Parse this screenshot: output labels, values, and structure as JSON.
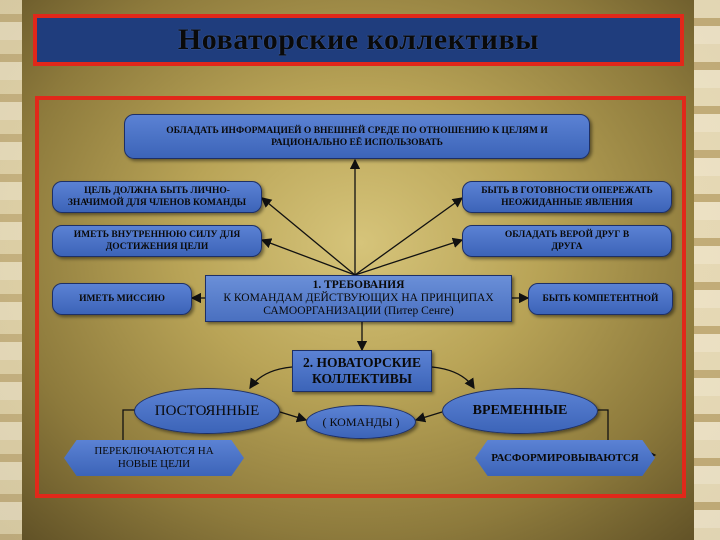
{
  "title": "Новаторские коллективы",
  "boxes": {
    "top": "ОБЛАДАТЬ ИНФОРМАЦИЕЙ О ВНЕШНЕЙ СРЕДЕ ПО ОТНОШЕНИЮ К ЦЕЛЯМ И РАЦИОНАЛЬНО ЕЁ ИСПОЛЬЗОВАТЬ",
    "left1": "ЦЕЛЬ ДОЛЖНА БЫТЬ ЛИЧНО-ЗНАЧИМОЙ ДЛЯ ЧЛЕНОВ КОМАНДЫ",
    "right1": "БЫТЬ В ГОТОВНОСТИ ОПЕРЕЖАТЬ НЕОЖИДАННЫЕ ЯВЛЕНИЯ",
    "left2": "ИМЕТЬ ВНУТРЕННЮЮ СИЛУ ДЛЯ ДОСТИЖЕНИЯ ЦЕЛИ",
    "right2": "ОБЛАДАТЬ ВЕРОЙ ДРУГ В ДРУГА",
    "left3": "ИМЕТЬ МИССИЮ",
    "right3": "БЫТЬ КОМПЕТЕНТНОЙ",
    "center_line1": "1. ТРЕБОВАНИЯ",
    "center_line2": "К КОМАНДАМ ДЕЙСТВУЮЩИХ НА ПРИНЦИПАХ",
    "center_line3": "САМООРГАНИЗАЦИИ (Питер Сенге)",
    "mid": "2. НОВАТОРСКИЕ КОЛЛЕКТИВЫ",
    "permanent": "ПОСТОЯННЫЕ",
    "teams": "( КОМАНДЫ )",
    "temporary": "ВРЕМЕННЫЕ",
    "switch": "ПЕРЕКЛЮЧАЮТСЯ НА НОВЫЕ ЦЕЛИ",
    "disband": "РАСФОРМИРОВЫВАЮТСЯ"
  },
  "colors": {
    "frame": "#e1281a",
    "box": "#4a70c0",
    "title_bg": "#1f3d7d"
  }
}
